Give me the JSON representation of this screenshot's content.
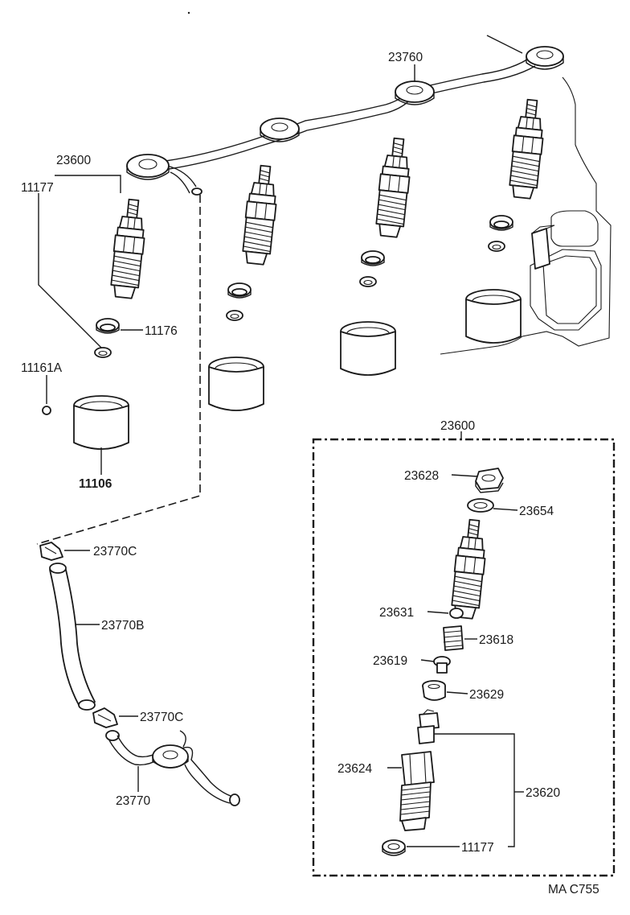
{
  "labels": {
    "injection_pipe": "23760",
    "nozzle_holder_assy_top": "23600",
    "gasket_top": "11177",
    "washer": "11176",
    "plug": "11161A",
    "seal": "11106",
    "nozzle_holder_assy_kit": "23600",
    "nut": "23628",
    "holder_washer": "23654",
    "ball": "23631",
    "spring": "23618",
    "pin": "23619",
    "spacer": "23629",
    "body": "23624",
    "nozzle": "23620",
    "gasket_kit": "11177",
    "clamp_upper": "23770C",
    "hose": "23770B",
    "clamp_lower": "23770C",
    "leakage_pipe": "23770"
  },
  "footer": "MA  C755"
}
